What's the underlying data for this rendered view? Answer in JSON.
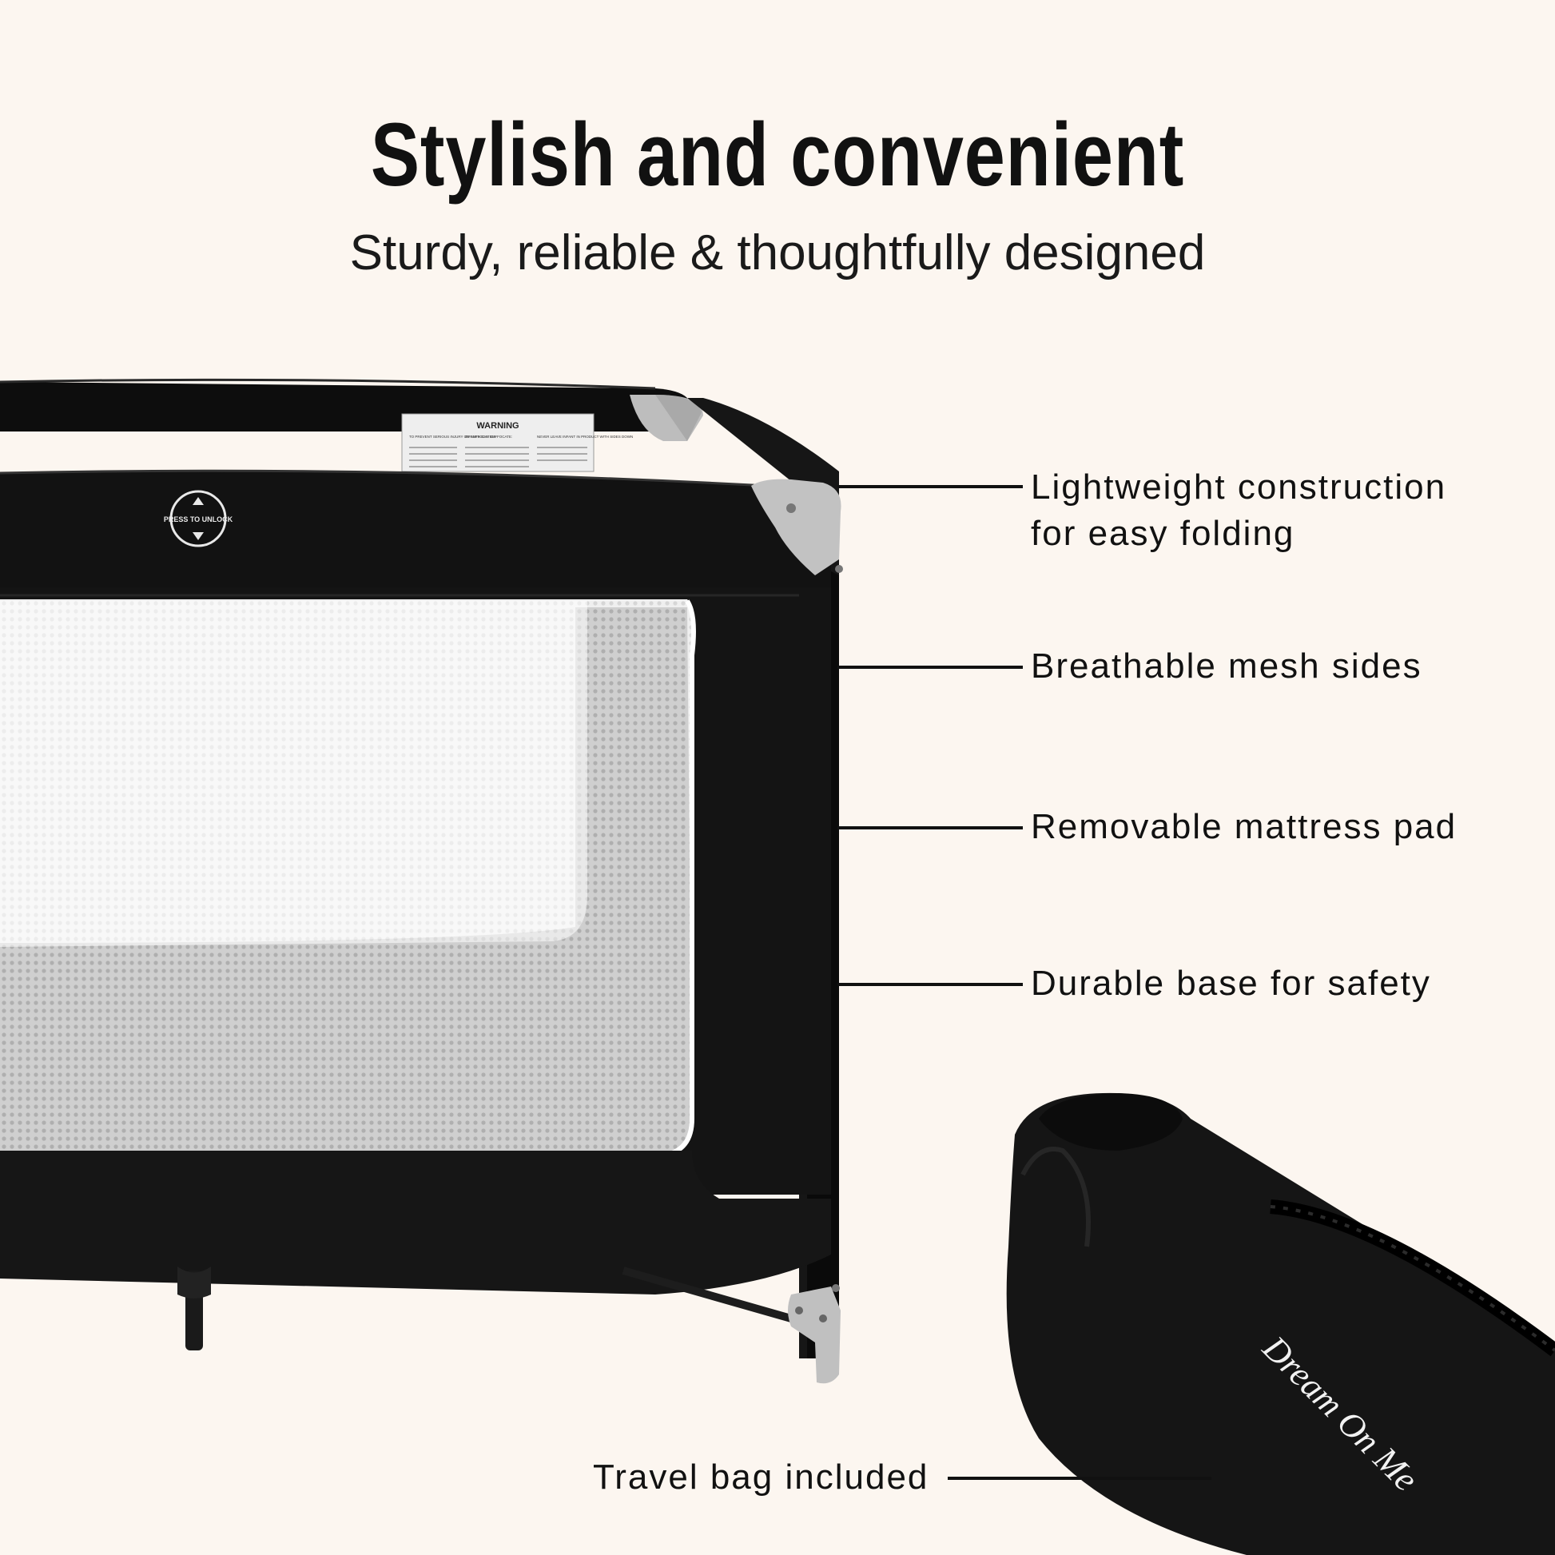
{
  "header": {
    "title": "Stylish and convenient",
    "subtitle": "Sturdy, reliable & thoughtfully designed"
  },
  "callouts": [
    {
      "line1": "Lightweight construction",
      "line2": "for easy folding"
    },
    {
      "line1": "Breathable mesh sides"
    },
    {
      "line1": "Removable mattress pad"
    },
    {
      "line1": "Durable base for safety"
    },
    {
      "line1": "Travel bag included"
    }
  ],
  "playard": {
    "warning_label": {
      "heading": "WARNING",
      "col1": "TO PREVENT SERIOUS INJURY OR SUFFOCATION",
      "col2": "INFANTS CAN SUFFOCATE:",
      "col3": "NEVER LEAVE INFANT IN PRODUCT WITH SIDES DOWN"
    },
    "unlock_badge": "PRESS TO UNLOCK"
  },
  "travel_bag": {
    "brand_logo": "Dream On Me"
  },
  "colors": {
    "background": "#fcf6f0",
    "fabric": "#141414",
    "mesh": "#f2f2f2",
    "corner": "#b9b9b9"
  }
}
